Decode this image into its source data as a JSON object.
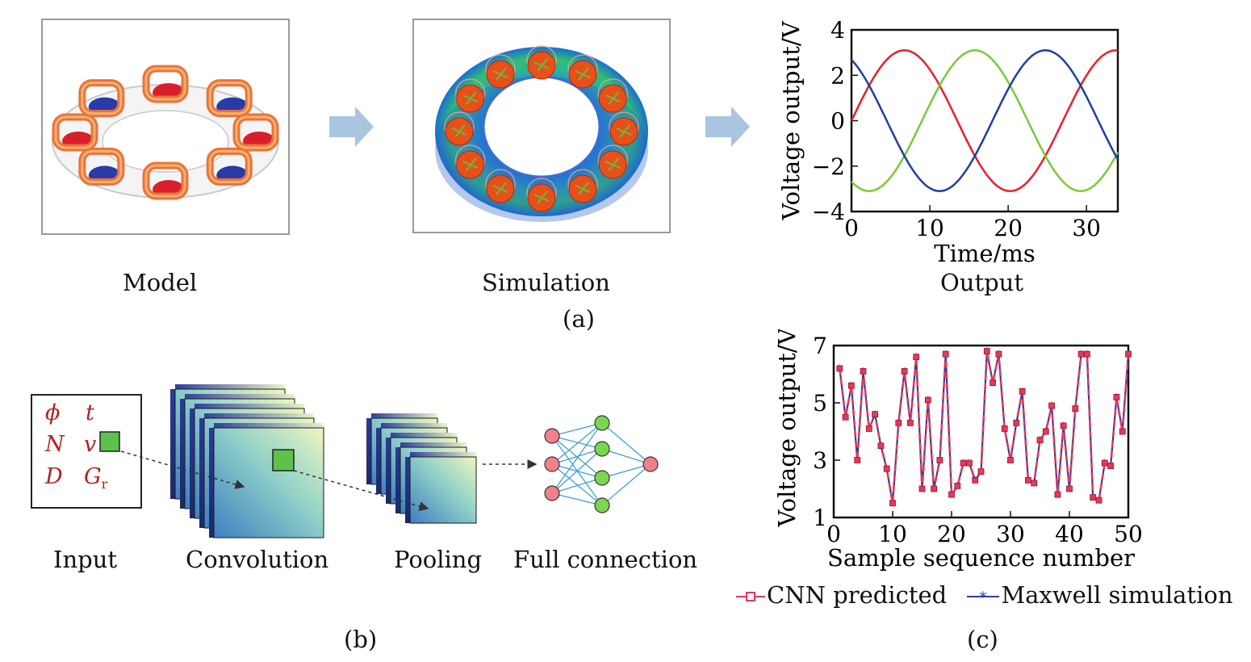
{
  "panel_a": {
    "caption": "(a)",
    "steps": [
      "Model",
      "Simulation",
      "Output"
    ],
    "chart_data": {
      "type": "line",
      "xlabel": "Time/ms",
      "ylabel": "Voltage output/V",
      "xlim": [
        0,
        34
      ],
      "ylim": [
        -4,
        4
      ],
      "xticks": [
        "0",
        "10",
        "20",
        "30"
      ],
      "yticks": [
        "4",
        "2",
        "0",
        "−2",
        "−4"
      ],
      "series": [
        {
          "color": "#e8202a",
          "amplitude": 3.1,
          "period_ms": 27,
          "phase_deg": 0
        },
        {
          "color": "#77cc33",
          "amplitude": 3.1,
          "period_ms": 27,
          "phase_deg": -120
        },
        {
          "color": "#1f3ea8",
          "amplitude": 3.1,
          "period_ms": 27,
          "phase_deg": 120
        }
      ]
    }
  },
  "panel_b": {
    "caption": "(b)",
    "input_vars": [
      "ϕ",
      "t",
      "N",
      "v",
      "D",
      "G"
    ],
    "input_sub": "r",
    "stages": [
      "Input",
      "Convolution",
      "Pooling",
      "Full connection"
    ],
    "colors": {
      "var": "#b22222",
      "kernel": "#5cc24a",
      "node_in": "#f0808a",
      "node_hidden": "#7bd64e",
      "edge": "#3f9fd8"
    }
  },
  "panel_c": {
    "caption": "(c)",
    "chart_data": {
      "type": "line",
      "xlabel": "Sample sequence number",
      "ylabel": "Voltage output/V",
      "xlim": [
        0,
        50
      ],
      "ylim": [
        1,
        7
      ],
      "xticks": [
        "0",
        "10",
        "20",
        "30",
        "40",
        "50"
      ],
      "yticks": [
        "7",
        "5",
        "3",
        "1"
      ],
      "x": [
        1,
        2,
        3,
        4,
        5,
        6,
        7,
        8,
        9,
        10,
        11,
        12,
        13,
        14,
        15,
        16,
        17,
        18,
        19,
        20,
        21,
        22,
        23,
        24,
        25,
        26,
        27,
        28,
        29,
        30,
        31,
        32,
        33,
        34,
        35,
        36,
        37,
        38,
        39,
        40,
        41,
        42,
        43,
        44,
        45,
        46,
        47,
        48,
        49,
        50
      ],
      "series": [
        {
          "name": "CNN predicted",
          "color": "#e23a5a",
          "values": [
            6.2,
            4.5,
            5.6,
            3.0,
            6.1,
            4.1,
            4.6,
            3.5,
            2.7,
            1.5,
            4.3,
            6.1,
            4.3,
            6.6,
            2.0,
            5.1,
            2.0,
            3.0,
            6.7,
            1.8,
            2.1,
            2.9,
            2.9,
            2.3,
            2.6,
            6.8,
            5.7,
            6.7,
            4.1,
            3.0,
            4.3,
            5.4,
            2.3,
            2.2,
            3.7,
            4.0,
            4.9,
            1.8,
            4.2,
            2.0,
            4.8,
            6.7,
            6.7,
            1.7,
            1.6,
            2.9,
            2.8,
            5.2,
            4.0,
            6.7
          ]
        },
        {
          "name": "Maxwell simulation",
          "color": "#2c3fa0",
          "values": [
            6.2,
            4.5,
            5.6,
            3.0,
            6.1,
            4.1,
            4.6,
            3.5,
            2.7,
            1.5,
            4.3,
            6.1,
            4.3,
            6.6,
            2.0,
            5.1,
            2.0,
            3.0,
            6.7,
            1.8,
            2.1,
            2.9,
            2.9,
            2.3,
            2.6,
            6.8,
            5.7,
            6.7,
            4.1,
            3.0,
            4.3,
            5.4,
            2.3,
            2.2,
            3.7,
            4.0,
            4.9,
            1.8,
            4.2,
            2.0,
            4.8,
            6.7,
            6.7,
            1.7,
            1.6,
            2.9,
            2.8,
            5.2,
            4.0,
            6.7
          ]
        }
      ]
    }
  }
}
